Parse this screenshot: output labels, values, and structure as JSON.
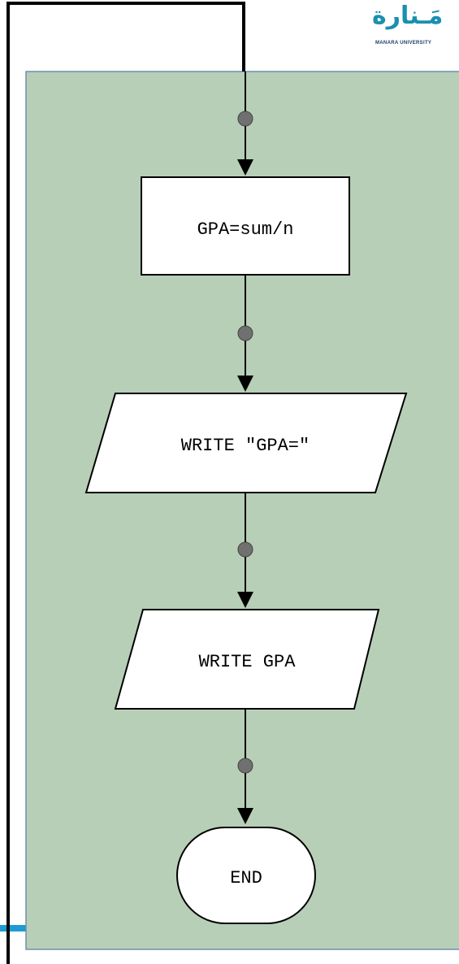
{
  "logo": {
    "arabic": "مَـنارة",
    "english": "MANARA UNIVERSITY"
  },
  "flowchart": {
    "process": "GPA=sum/n",
    "output1": "WRITE \"GPA=\"",
    "output2": "WRITE GPA",
    "terminal": "END"
  },
  "colors": {
    "panel": "#b7cfb6",
    "node_fill": "#ffffff",
    "stroke": "#000000",
    "connector_dot": "#707070"
  }
}
